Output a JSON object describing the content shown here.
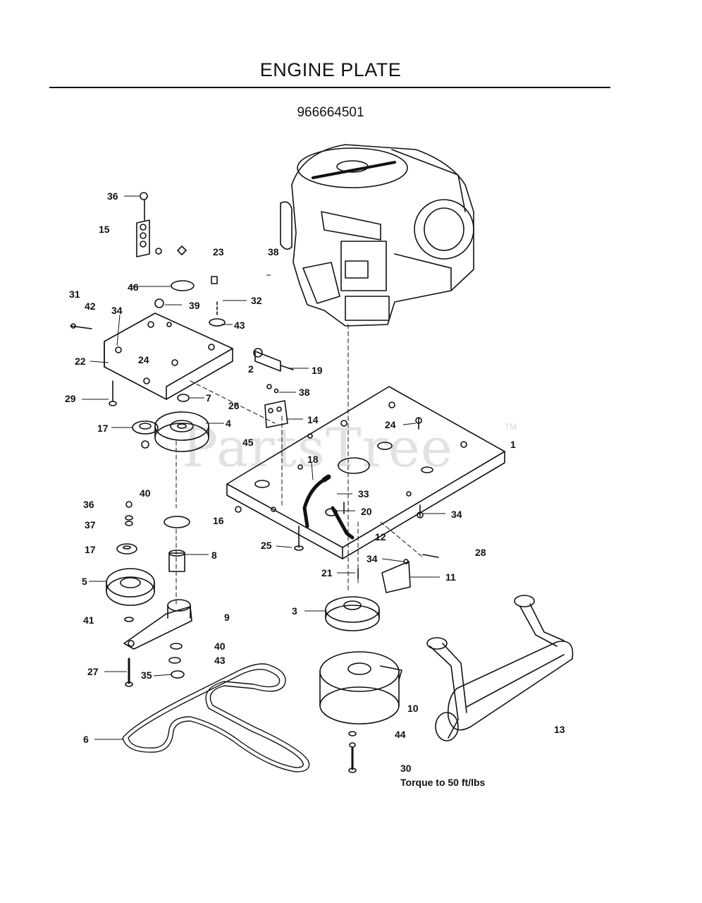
{
  "title": "ENGINE PLATE",
  "part_number": "966664501",
  "watermark": {
    "text": "PartsTree",
    "tm": "TM"
  },
  "note": "Torque to 50 ft/lbs",
  "callouts": [
    "36",
    "15",
    "23",
    "38",
    "46",
    "39",
    "32",
    "31",
    "42",
    "34",
    "43",
    "22",
    "24",
    "2",
    "19",
    "29",
    "7",
    "38",
    "26",
    "14",
    "17",
    "4",
    "24",
    "45",
    "1",
    "18",
    "40",
    "36",
    "33",
    "20",
    "37",
    "16",
    "34",
    "17",
    "8",
    "25",
    "12",
    "28",
    "21",
    "34",
    "11",
    "5",
    "41",
    "9",
    "3",
    "40",
    "43",
    "27",
    "35",
    "6",
    "10",
    "44",
    "13",
    "30"
  ]
}
